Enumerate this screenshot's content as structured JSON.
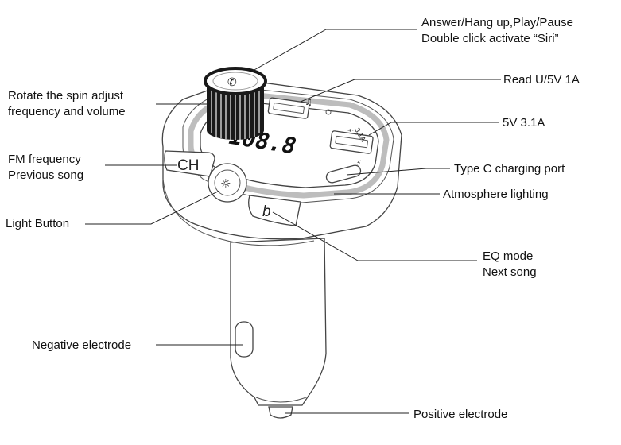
{
  "device": {
    "display_text": "108.8",
    "ch_label": "CH",
    "b_label": "b",
    "usb_top_icon": "music-note-icon",
    "usb_bottom_label": "3.1A",
    "usb_bottom_icon": "lightning-icon",
    "typec_icon": "lightning-icon",
    "knob_icon": "phone-handset-icon",
    "light_icon": "lightbulb-icon"
  },
  "labels": {
    "answer_line1": "Answer/Hang up,Play/Pause",
    "answer_line2": "Double click activate “Siri”",
    "rotate_line1": "Rotate the spin adjust",
    "rotate_line2": "frequency and volume",
    "read_usb": "Read U/5V 1A",
    "usb_31a": "5V 3.1A",
    "fm_line1": "FM frequency",
    "fm_line2": "Previous song",
    "typec": "Type C charging port",
    "atmosphere": "Atmosphere lighting",
    "light_button": "Light Button",
    "eq_line1": "EQ mode",
    "eq_line2": "Next song",
    "negative": "Negative electrode",
    "positive": "Positive electrode"
  }
}
